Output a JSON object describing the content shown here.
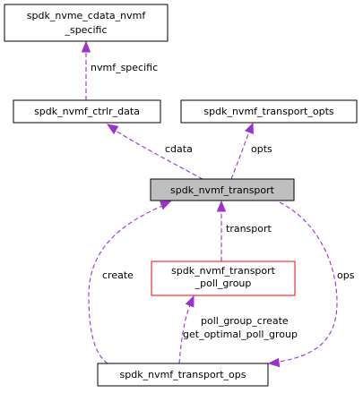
{
  "nodes": {
    "cdata_nvmf_specific": {
      "line1": "spdk_nvme_cdata_nvmf",
      "line2": "_specific"
    },
    "ctrlr_data": {
      "label": "spdk_nvmf_ctrlr_data"
    },
    "transport_opts": {
      "label": "spdk_nvmf_transport_opts"
    },
    "transport": {
      "label": "spdk_nvmf_transport"
    },
    "transport_poll_group": {
      "line1": "spdk_nvmf_transport",
      "line2": "_poll_group"
    },
    "transport_ops": {
      "label": "spdk_nvmf_transport_ops"
    }
  },
  "edges": {
    "nvmf_specific": {
      "label": "nvmf_specific"
    },
    "cdata": {
      "label": "cdata"
    },
    "opts": {
      "label": "opts"
    },
    "transport": {
      "label": "transport"
    },
    "create": {
      "label": "create"
    },
    "ops": {
      "label": "ops"
    },
    "poll_group": {
      "line1": "poll_group_create",
      "line2": "get_optimal_poll_group"
    }
  },
  "colors": {
    "edge": "#9a32cd",
    "highlight_fill": "#bfbfbf",
    "red_border": "#ff0000"
  }
}
